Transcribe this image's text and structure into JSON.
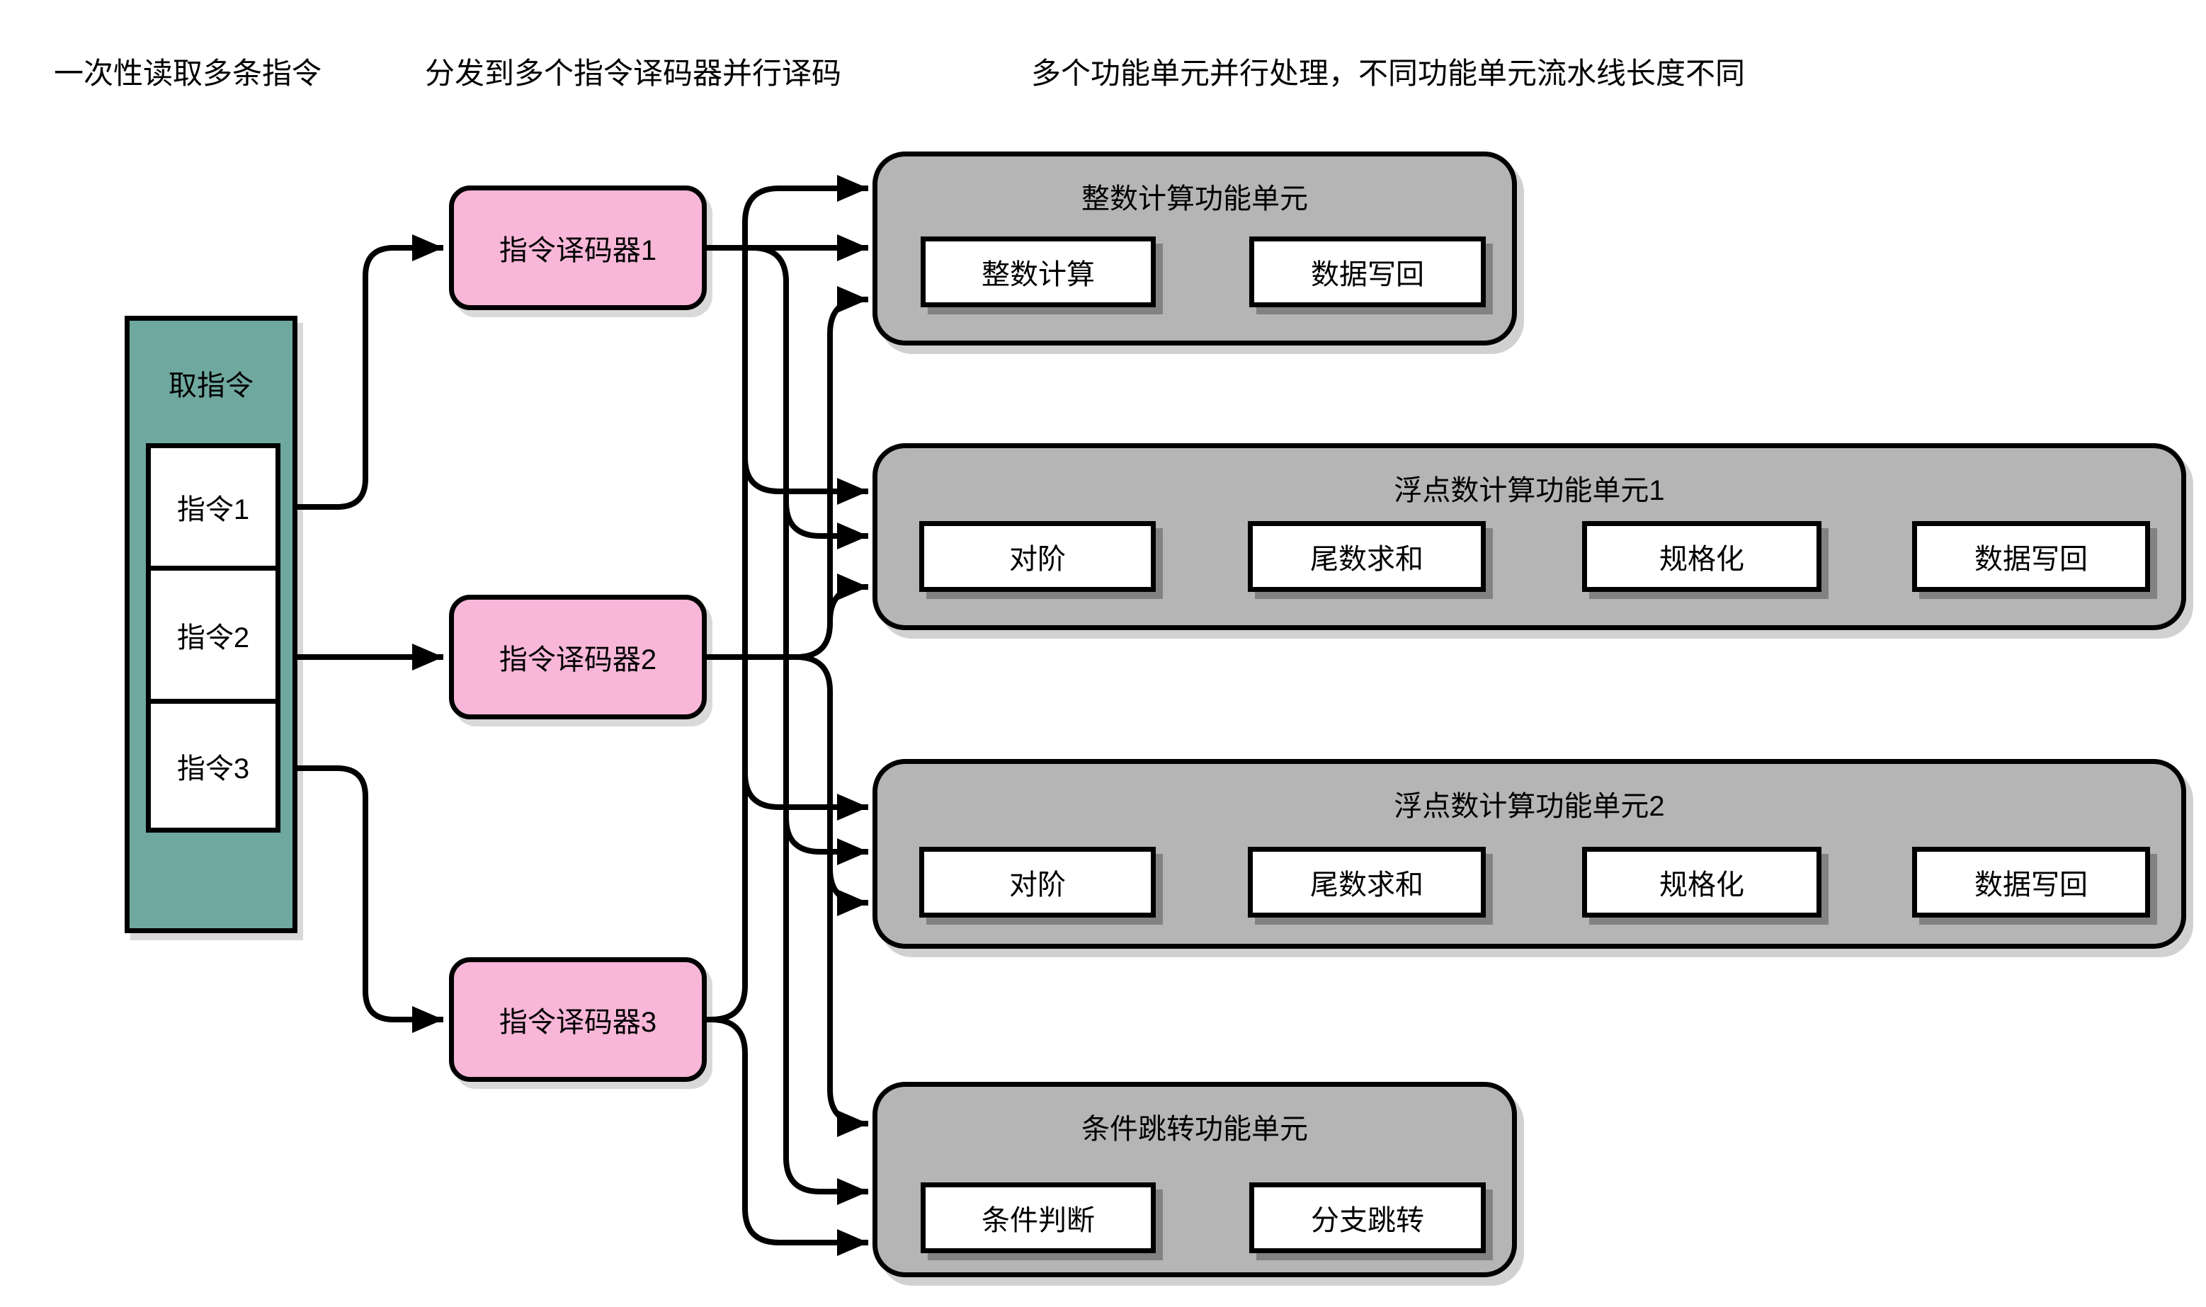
{
  "annotations": {
    "fetch": "一次性读取多条指令",
    "dispatch": "分发到多个指令译码器并行译码",
    "execute": "多个功能单元并行处理，不同功能单元流水线长度不同"
  },
  "fetch_block": {
    "title": "取指令",
    "instructions": [
      "指令1",
      "指令2",
      "指令3"
    ]
  },
  "decoders": [
    "指令译码器1",
    "指令译码器2",
    "指令译码器3"
  ],
  "units": [
    {
      "title": "整数计算功能单元",
      "stages": [
        "整数计算",
        "数据写回"
      ]
    },
    {
      "title": "浮点数计算功能单元1",
      "stages": [
        "对阶",
        "尾数求和",
        "规格化",
        "数据写回"
      ]
    },
    {
      "title": "浮点数计算功能单元2",
      "stages": [
        "对阶",
        "尾数求和",
        "规格化",
        "数据写回"
      ]
    },
    {
      "title": "条件跳转功能单元",
      "stages": [
        "条件判断",
        "分支跳转"
      ]
    }
  ],
  "colors": {
    "fetch_fill": "#6FA89E",
    "decoder_fill": "#F8B7D8",
    "unit_fill": "#B5B5B5",
    "stage_fill": "#FFFFFF",
    "line": "#000000",
    "artifact_green": "#86C540"
  }
}
